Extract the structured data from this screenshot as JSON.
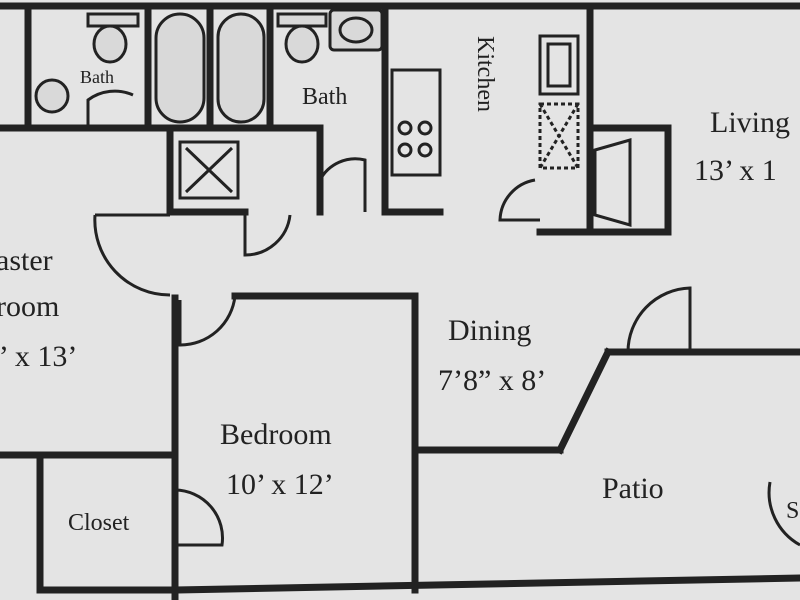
{
  "rooms": {
    "bath_left": "Bath",
    "bath_right": "Bath",
    "kitchen": "Kitchen",
    "living_name": "Living",
    "living_size": "13’ x 1",
    "master_line1": "aster",
    "master_line2": "room",
    "master_size": "” x 13’",
    "dining_name": "Dining",
    "dining_size": "7’8” x 8’",
    "bedroom_name": "Bedroom",
    "bedroom_size": "10’ x 12’",
    "closet": "Closet",
    "patio": "Patio",
    "storage_fragment": "S"
  },
  "colors": {
    "background": "#e4e4e4",
    "walls": "#222222"
  }
}
